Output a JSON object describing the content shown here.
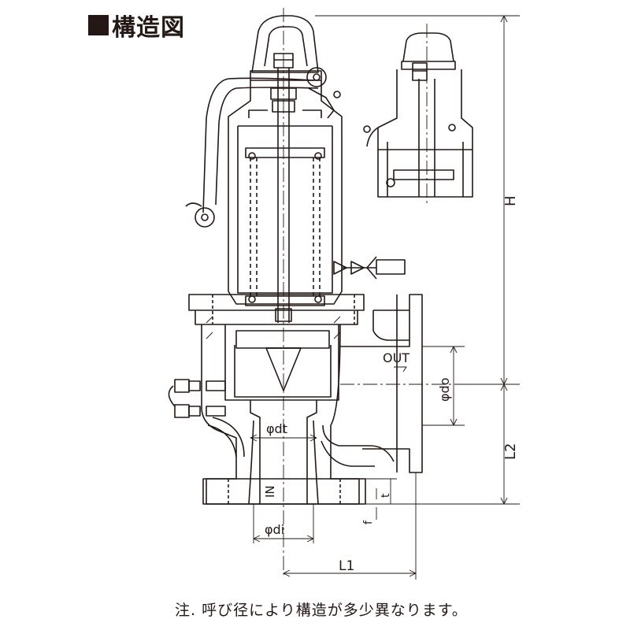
{
  "title": "構造図",
  "labels": {
    "out": "OUT",
    "inlet": "IN",
    "do": "φdo",
    "dt": "φdt",
    "di": "φdi",
    "H": "H",
    "L2": "L2",
    "L1": "L1",
    "t": "t",
    "f": "f"
  },
  "note": "注. 呼び径により構造が多少異なります。",
  "colors": {
    "line": "#231815",
    "background": "#ffffff"
  }
}
